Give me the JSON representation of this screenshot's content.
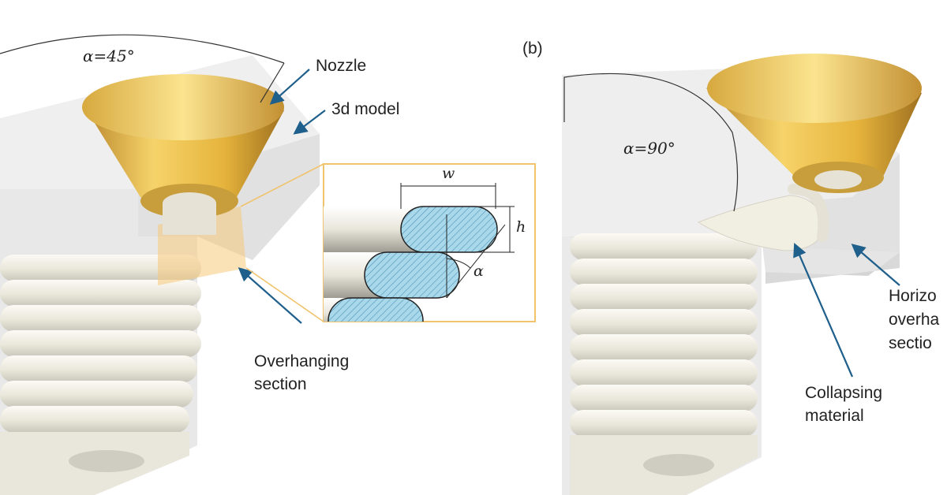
{
  "panel_a": {
    "angle_label": "α=45°",
    "labels": {
      "nozzle": "Nozzle",
      "model": "3d model",
      "overhang_line1": "Overhanging",
      "overhang_line2": "section"
    },
    "inset": {
      "width_symbol": "w",
      "height_symbol": "h",
      "angle_symbol": "α"
    }
  },
  "panel_b": {
    "tag": "(b)",
    "angle_label": "α=90°",
    "labels": {
      "horizontal_line1": "Horizo",
      "horizontal_line2": "overha",
      "horizontal_line3": "sectio",
      "collapsing_line1": "Collapsing",
      "collapsing_line2": "material"
    }
  },
  "colors": {
    "arrow": "#1f5f8b",
    "nozzle": "#e8b73a",
    "model": "#e3e3e3",
    "print_material": "#f2f0e6",
    "inset_fill": "#a8d8ea",
    "inset_border": "#f0c36d"
  }
}
